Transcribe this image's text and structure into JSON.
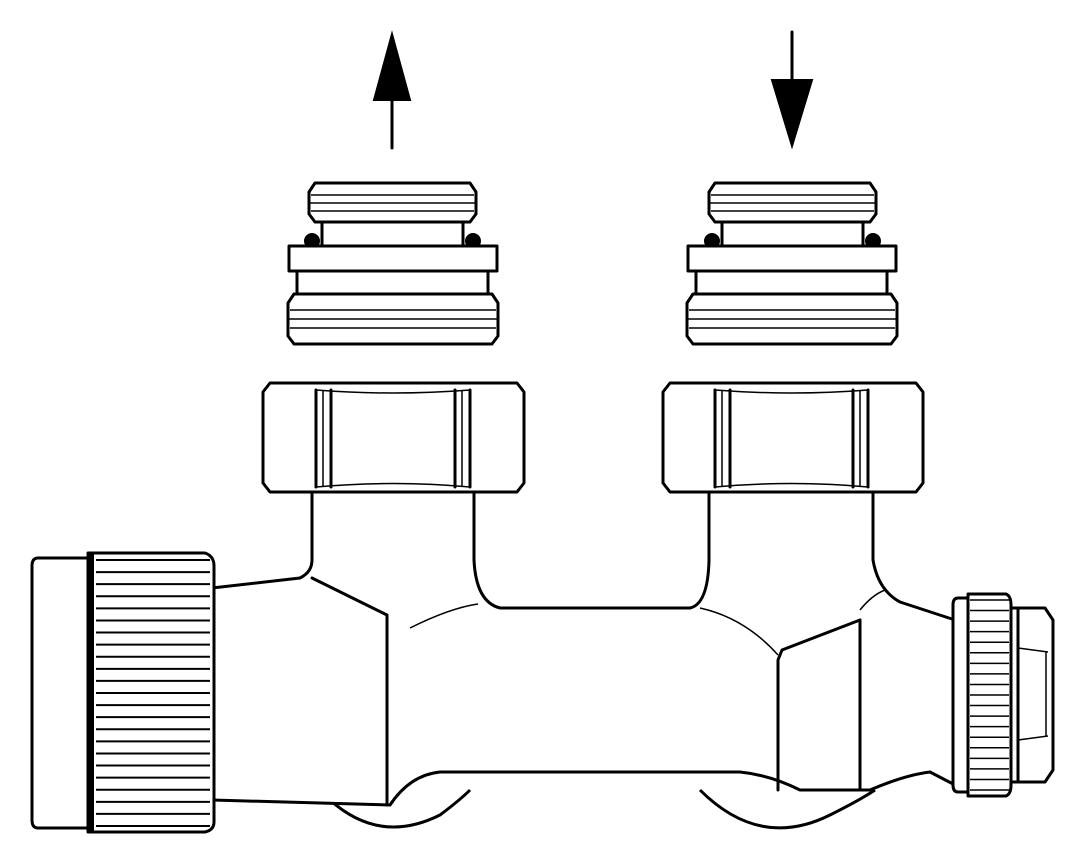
{
  "diagram": {
    "subject": "valve-connection-fitting",
    "line_color": "#000000",
    "background_color": "#ffffff",
    "flow": {
      "left_port": "return-up",
      "right_port": "supply-down"
    },
    "left_knurl_ridges": 22,
    "right_knurl_ridges": 18
  }
}
